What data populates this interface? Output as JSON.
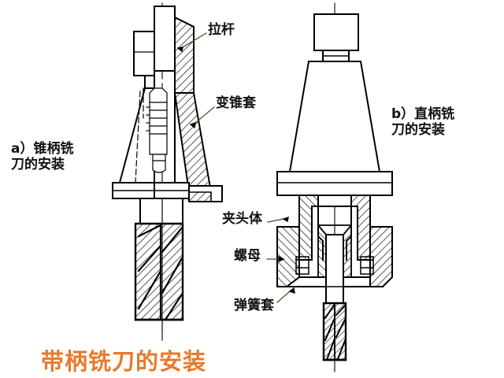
{
  "figure": {
    "kind": "engineering-section-drawing",
    "subject": "带柄铣刀的安装",
    "line_color": "#000000",
    "accent_color": "#E8792B",
    "background": "#ffffff"
  },
  "title": {
    "text": "带柄铣刀的安装",
    "color": "#E8792B"
  },
  "captions": {
    "a": "a）锥柄铣\n刀的安装",
    "a_line1": "a）锥柄铣",
    "a_line2": "刀的安装",
    "b": "b）直柄铣\n刀的安装",
    "b_line1": "b）直柄铣",
    "b_line2": "刀的安装"
  },
  "labels": [
    {
      "id": "pull-rod",
      "text": "拉杆",
      "target": "taper shank pull stud"
    },
    {
      "id": "taper-sleeve",
      "text": "变锥套",
      "target": "taper adapter sleeve"
    },
    {
      "id": "chuck-body",
      "text": "夹头体",
      "target": "collet chuck body"
    },
    {
      "id": "nut",
      "text": "螺母",
      "target": "clamping nut"
    },
    {
      "id": "collet",
      "text": "弹簧套",
      "target": "spring collet"
    }
  ],
  "label_texts": {
    "pull_rod": "拉杆",
    "taper_sleeve": "变锥套",
    "chuck_body": "夹头体",
    "nut": "螺母",
    "collet": "弹簧套"
  }
}
